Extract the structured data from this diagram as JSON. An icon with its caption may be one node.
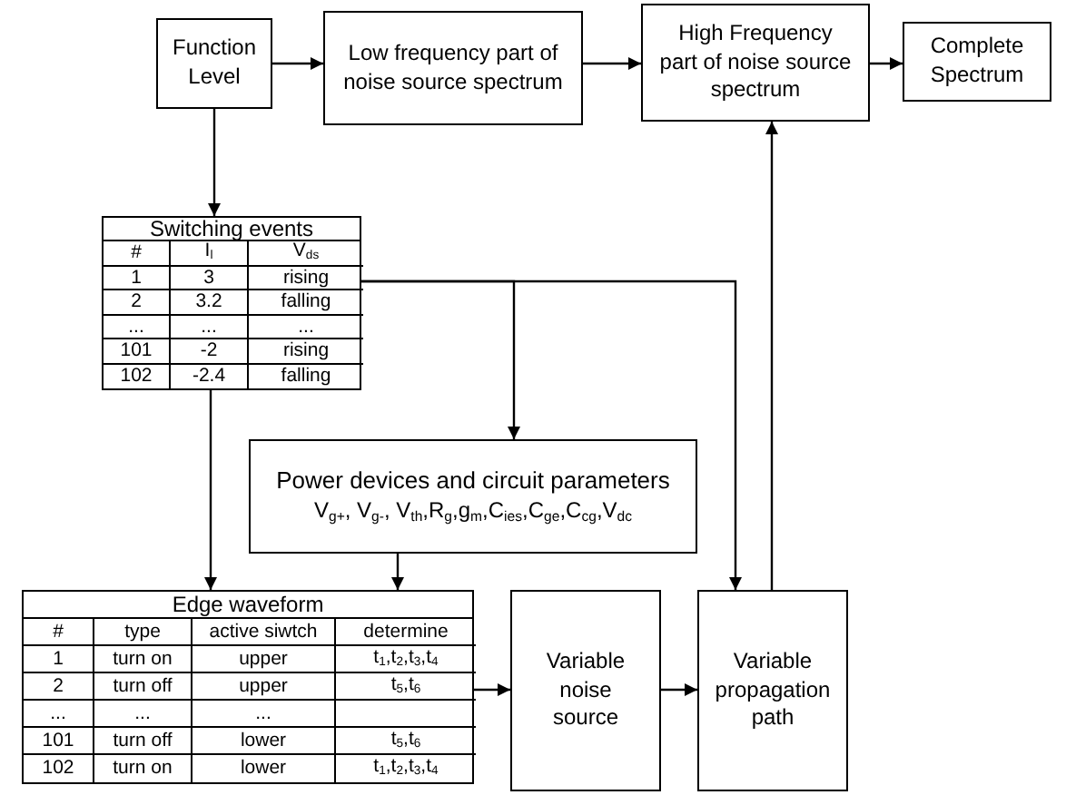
{
  "diagram": {
    "nodes": [
      {
        "text": [
          "Function Level"
        ]
      },
      {
        "text": [
          "Low frequency part of noise source spectrum"
        ]
      },
      {
        "text": [
          "High Frequency part of noise source spectrum"
        ]
      },
      {
        "text": [
          "Complete Spectrum"
        ]
      },
      {
        "text": [
          "Switching events",
          "#",
          "I$_{l}$",
          "V$_{ds}$",
          "1",
          "3",
          "rising",
          "2",
          "3.2",
          "falling",
          "...",
          "...",
          "...",
          "101",
          "-2",
          "rising",
          "102",
          "-2.4",
          "falling"
        ]
      },
      {
        "text": [
          "Power devices and circuit parameters",
          "V$_{g+}$, V$_{g-}$, V$_{th}$,R$_{g}$,g$_{m}$,C$_{ies}$,C$_{ge}$,C$_{cg}$,V$_{dc}$"
        ]
      },
      {
        "text": [
          "Edge waveform",
          "#",
          "type",
          "active siwtch",
          "determine",
          "1",
          "turn on",
          "upper",
          "t$_{1}$,t$_{2}$,t$_{3}$,t$_{4}$",
          "2",
          "turn off",
          "upper",
          "t$_{5}$,t$_{6}$",
          "...",
          "...",
          "...",
          "101",
          "turn off",
          "lower",
          "t$_{5}$,t$_{6}$",
          "102",
          "turn on",
          "lower",
          "t$_{1}$,t$_{2}$,t$_{3}$,t$_{4}$"
        ]
      },
      {
        "text": [
          "Variable noise source"
        ]
      },
      {
        "text": [
          "Variable propagation path"
        ]
      }
    ],
    "edges": [
      {
        "from": 0,
        "to": 1,
        "arrow": "to"
      },
      {
        "from": 1,
        "to": 2,
        "arrow": "to"
      },
      {
        "from": 2,
        "to": 3,
        "arrow": "to"
      },
      {
        "from": 0,
        "to": 4,
        "arrow": "to"
      },
      {
        "from": 4,
        "to": 5,
        "arrow": "to"
      },
      {
        "from": 4,
        "to": 8,
        "arrow": "to"
      },
      {
        "from": 4,
        "to": 6,
        "arrow": "to"
      },
      {
        "from": 5,
        "to": 6,
        "arrow": "to"
      },
      {
        "from": 6,
        "to": 7,
        "arrow": "to"
      },
      {
        "from": 7,
        "to": 8,
        "arrow": "to"
      },
      {
        "from": 8,
        "to": 2,
        "arrow": "to"
      }
    ]
  }
}
